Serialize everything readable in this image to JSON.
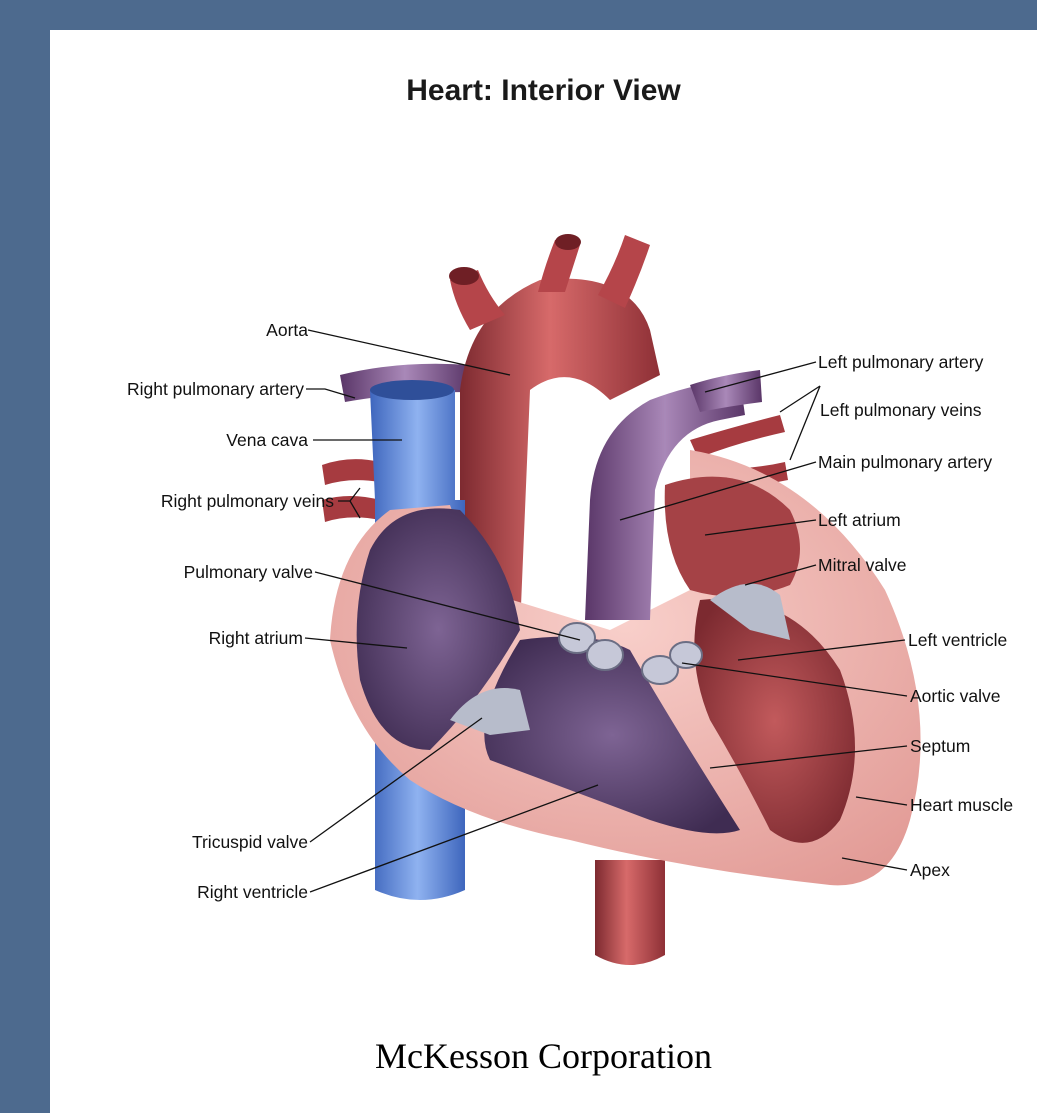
{
  "title": "Heart: Interior View",
  "credit": "McKesson Corporation",
  "labels": {
    "aorta": "Aorta",
    "right_pulmonary_artery": "Right pulmonary artery",
    "vena_cava": "Vena cava",
    "right_pulmonary_veins": "Right pulmonary veins",
    "pulmonary_valve": "Pulmonary valve",
    "right_atrium": "Right atrium",
    "tricuspid_valve": "Tricuspid valve",
    "right_ventricle": "Right ventricle",
    "left_pulmonary_artery": "Left pulmonary artery",
    "left_pulmonary_veins": "Left pulmonary veins",
    "main_pulmonary_artery": "Main pulmonary artery",
    "left_atrium": "Left atrium",
    "mitral_valve": "Mitral valve",
    "left_ventricle": "Left ventricle",
    "aortic_valve": "Aortic valve",
    "septum": "Septum",
    "heart_muscle": "Heart muscle",
    "apex": "Apex"
  },
  "colors": {
    "frame": "#4d6a8e",
    "aorta": "#b5454a",
    "vena_cava": "#5b86d6",
    "pulmonary": "#7a4f86",
    "right_chamber": "#5e4671",
    "muscle": "#f1b4ae"
  }
}
